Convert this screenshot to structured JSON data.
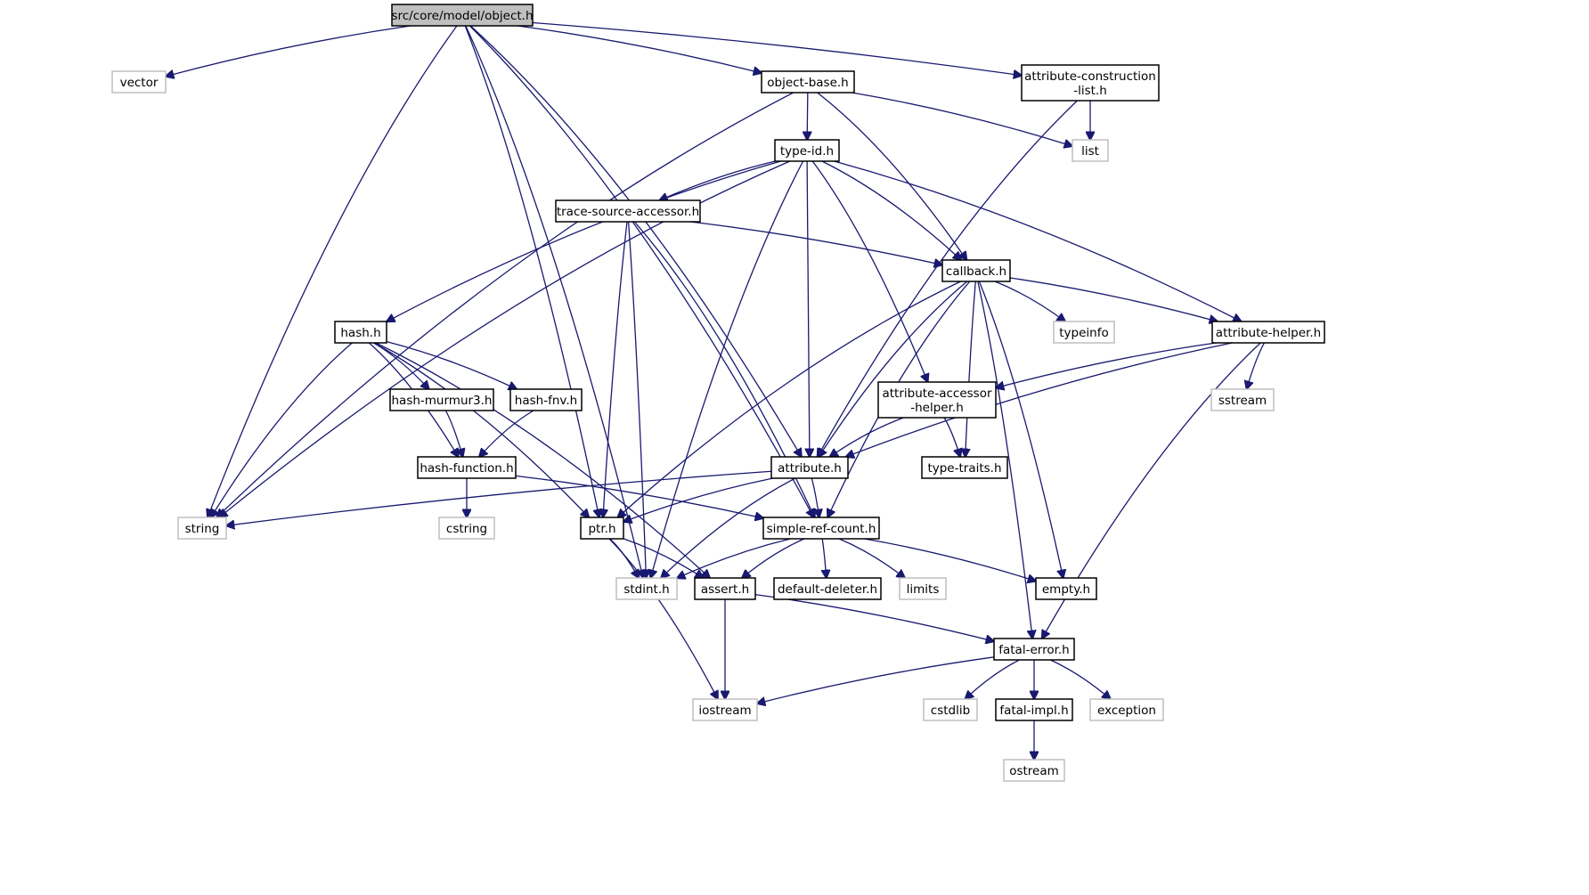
{
  "title": "src/core/model/object.h",
  "colors": {
    "edge": "#191970",
    "root_fill": "#bfbfbf",
    "system_border": "#bfbfbf",
    "local_border": "#000000"
  },
  "nodes": [
    {
      "id": "object",
      "lines": [
        "src/core/model/object.h"
      ],
      "kind": "root"
    },
    {
      "id": "vector",
      "lines": [
        "vector"
      ],
      "kind": "system"
    },
    {
      "id": "object-base",
      "lines": [
        "object-base.h"
      ],
      "kind": "local"
    },
    {
      "id": "attr-construction-list",
      "lines": [
        "attribute-construction",
        "-list.h"
      ],
      "kind": "local"
    },
    {
      "id": "list",
      "lines": [
        "list"
      ],
      "kind": "system"
    },
    {
      "id": "type-id",
      "lines": [
        "type-id.h"
      ],
      "kind": "local"
    },
    {
      "id": "trace-source-accessor",
      "lines": [
        "trace-source-accessor.h"
      ],
      "kind": "local"
    },
    {
      "id": "callback",
      "lines": [
        "callback.h"
      ],
      "kind": "local"
    },
    {
      "id": "hash",
      "lines": [
        "hash.h"
      ],
      "kind": "local"
    },
    {
      "id": "typeinfo",
      "lines": [
        "typeinfo"
      ],
      "kind": "system"
    },
    {
      "id": "attribute-helper",
      "lines": [
        "attribute-helper.h"
      ],
      "kind": "local"
    },
    {
      "id": "hash-murmur3",
      "lines": [
        "hash-murmur3.h"
      ],
      "kind": "local"
    },
    {
      "id": "hash-fnv",
      "lines": [
        "hash-fnv.h"
      ],
      "kind": "local"
    },
    {
      "id": "attribute-accessor-helper",
      "lines": [
        "attribute-accessor",
        "-helper.h"
      ],
      "kind": "local"
    },
    {
      "id": "sstream",
      "lines": [
        "sstream"
      ],
      "kind": "system"
    },
    {
      "id": "hash-function",
      "lines": [
        "hash-function.h"
      ],
      "kind": "local"
    },
    {
      "id": "attribute",
      "lines": [
        "attribute.h"
      ],
      "kind": "local"
    },
    {
      "id": "type-traits",
      "lines": [
        "type-traits.h"
      ],
      "kind": "local"
    },
    {
      "id": "string",
      "lines": [
        "string"
      ],
      "kind": "system"
    },
    {
      "id": "cstring",
      "lines": [
        "cstring"
      ],
      "kind": "system"
    },
    {
      "id": "ptr",
      "lines": [
        "ptr.h"
      ],
      "kind": "local"
    },
    {
      "id": "simple-ref-count",
      "lines": [
        "simple-ref-count.h"
      ],
      "kind": "local"
    },
    {
      "id": "stdint",
      "lines": [
        "stdint.h"
      ],
      "kind": "system"
    },
    {
      "id": "assert",
      "lines": [
        "assert.h"
      ],
      "kind": "local"
    },
    {
      "id": "default-deleter",
      "lines": [
        "default-deleter.h"
      ],
      "kind": "local"
    },
    {
      "id": "limits",
      "lines": [
        "limits"
      ],
      "kind": "system"
    },
    {
      "id": "empty",
      "lines": [
        "empty.h"
      ],
      "kind": "local"
    },
    {
      "id": "fatal-error",
      "lines": [
        "fatal-error.h"
      ],
      "kind": "local"
    },
    {
      "id": "iostream",
      "lines": [
        "iostream"
      ],
      "kind": "system"
    },
    {
      "id": "cstdlib",
      "lines": [
        "cstdlib"
      ],
      "kind": "system"
    },
    {
      "id": "fatal-impl",
      "lines": [
        "fatal-impl.h"
      ],
      "kind": "local"
    },
    {
      "id": "exception",
      "lines": [
        "exception"
      ],
      "kind": "system"
    },
    {
      "id": "ostream",
      "lines": [
        "ostream"
      ],
      "kind": "system"
    }
  ],
  "edges": [
    [
      "object",
      "vector"
    ],
    [
      "object",
      "object-base"
    ],
    [
      "object",
      "attr-construction-list"
    ],
    [
      "object",
      "string"
    ],
    [
      "object",
      "stdint"
    ],
    [
      "object",
      "ptr"
    ],
    [
      "object",
      "attribute"
    ],
    [
      "object",
      "simple-ref-count"
    ],
    [
      "object-base",
      "type-id"
    ],
    [
      "object-base",
      "list"
    ],
    [
      "object-base",
      "callback"
    ],
    [
      "object-base",
      "string"
    ],
    [
      "attr-construction-list",
      "list"
    ],
    [
      "attr-construction-list",
      "attribute"
    ],
    [
      "type-id",
      "trace-source-accessor"
    ],
    [
      "type-id",
      "callback"
    ],
    [
      "type-id",
      "hash"
    ],
    [
      "type-id",
      "attribute-helper"
    ],
    [
      "type-id",
      "attribute-accessor-helper"
    ],
    [
      "type-id",
      "attribute"
    ],
    [
      "type-id",
      "string"
    ],
    [
      "type-id",
      "stdint"
    ],
    [
      "trace-source-accessor",
      "callback"
    ],
    [
      "trace-source-accessor",
      "ptr"
    ],
    [
      "trace-source-accessor",
      "simple-ref-count"
    ],
    [
      "trace-source-accessor",
      "stdint"
    ],
    [
      "callback",
      "typeinfo"
    ],
    [
      "callback",
      "attribute-helper"
    ],
    [
      "callback",
      "ptr"
    ],
    [
      "callback",
      "attribute"
    ],
    [
      "callback",
      "type-traits"
    ],
    [
      "callback",
      "simple-ref-count"
    ],
    [
      "callback",
      "empty"
    ],
    [
      "callback",
      "fatal-error"
    ],
    [
      "hash",
      "hash-murmur3"
    ],
    [
      "hash",
      "hash-fnv"
    ],
    [
      "hash",
      "hash-function"
    ],
    [
      "hash",
      "string"
    ],
    [
      "hash",
      "ptr"
    ],
    [
      "hash",
      "assert"
    ],
    [
      "hash-murmur3",
      "hash-function"
    ],
    [
      "hash-fnv",
      "hash-function"
    ],
    [
      "attribute-helper",
      "attribute-accessor-helper"
    ],
    [
      "attribute-helper",
      "sstream"
    ],
    [
      "attribute-helper",
      "attribute"
    ],
    [
      "attribute-helper",
      "fatal-error"
    ],
    [
      "attribute-accessor-helper",
      "attribute"
    ],
    [
      "attribute-accessor-helper",
      "type-traits"
    ],
    [
      "hash-function",
      "cstring"
    ],
    [
      "hash-function",
      "simple-ref-count"
    ],
    [
      "attribute",
      "string"
    ],
    [
      "attribute",
      "ptr"
    ],
    [
      "attribute",
      "simple-ref-count"
    ],
    [
      "attribute",
      "stdint"
    ],
    [
      "ptr",
      "stdint"
    ],
    [
      "ptr",
      "assert"
    ],
    [
      "ptr",
      "iostream"
    ],
    [
      "simple-ref-count",
      "stdint"
    ],
    [
      "simple-ref-count",
      "assert"
    ],
    [
      "simple-ref-count",
      "default-deleter"
    ],
    [
      "simple-ref-count",
      "limits"
    ],
    [
      "simple-ref-count",
      "empty"
    ],
    [
      "assert",
      "iostream"
    ],
    [
      "assert",
      "fatal-error"
    ],
    [
      "fatal-error",
      "iostream"
    ],
    [
      "fatal-error",
      "cstdlib"
    ],
    [
      "fatal-error",
      "fatal-impl"
    ],
    [
      "fatal-error",
      "exception"
    ],
    [
      "fatal-impl",
      "ostream"
    ]
  ]
}
